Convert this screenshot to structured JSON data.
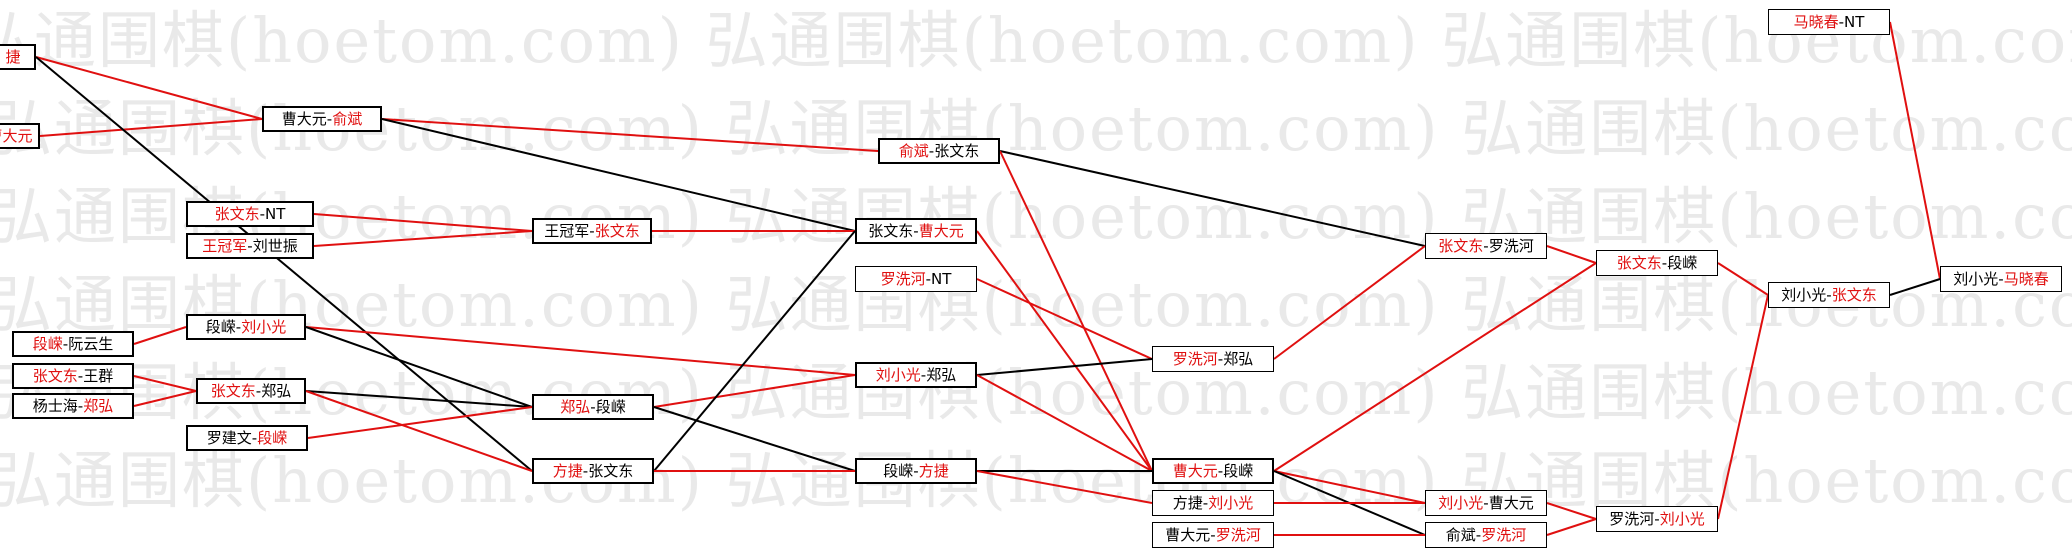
{
  "watermark": {
    "text": "弘通围棋(hoetom.com) 弘通围棋(hoetom.com) 弘通围棋(hoetom.com) 弘通围棋(hoetom.com)"
  },
  "colors": {
    "winner": "#e01010",
    "loser": "#000000"
  },
  "nodes": [
    {
      "id": "n_jie",
      "a": "捷",
      "b": "",
      "winner": "a"
    },
    {
      "id": "n_cdy0",
      "a": "曹大元",
      "b": "",
      "winner": "a"
    },
    {
      "id": "n_cdy_yb",
      "a": "曹大元",
      "b": "俞斌",
      "winner": "b"
    },
    {
      "id": "n_zwd_nt",
      "a": "张文东",
      "b": "NT",
      "winner": "a"
    },
    {
      "id": "n_wgj_lsz",
      "a": "王冠军",
      "b": "刘世振",
      "winner": "a"
    },
    {
      "id": "n_wgj_zwd",
      "a": "王冠军",
      "b": "张文东",
      "winner": "b"
    },
    {
      "id": "n_dr_lxg",
      "a": "段嵘",
      "b": "刘小光",
      "winner": "b"
    },
    {
      "id": "n_dr_rys",
      "a": "段嵘",
      "b": "阮云生",
      "winner": "a"
    },
    {
      "id": "n_zwd_wq",
      "a": "张文东",
      "b": "王群",
      "winner": "a"
    },
    {
      "id": "n_ysh_zh",
      "a": "杨士海",
      "b": "郑弘",
      "winner": "b"
    },
    {
      "id": "n_zwd_zh",
      "a": "张文东",
      "b": "郑弘",
      "winner": "a"
    },
    {
      "id": "n_ljw_dr",
      "a": "罗建文",
      "b": "段嵘",
      "winner": "b"
    },
    {
      "id": "n_zh_dr",
      "a": "郑弘",
      "b": "段嵘",
      "winner": "a"
    },
    {
      "id": "n_fj_zwd",
      "a": "方捷",
      "b": "张文东",
      "winner": "a"
    },
    {
      "id": "n_yb_zwd",
      "a": "俞斌",
      "b": "张文东",
      "winner": "a"
    },
    {
      "id": "n_zwd_cdy",
      "a": "张文东",
      "b": "曹大元",
      "winner": "b"
    },
    {
      "id": "n_lxh_nt",
      "a": "罗洗河",
      "b": "NT",
      "winner": "a"
    },
    {
      "id": "n_lxg_zh",
      "a": "刘小光",
      "b": "郑弘",
      "winner": "a"
    },
    {
      "id": "n_dr_fj",
      "a": "段嵘",
      "b": "方捷",
      "winner": "b"
    },
    {
      "id": "n_olap",
      "a": "曹大元",
      "b": "段嵘",
      "winner": "a"
    },
    {
      "id": "n_fj_lxg",
      "a": "方捷",
      "b": "刘小光",
      "winner": "b"
    },
    {
      "id": "n_cdy_lxh",
      "a": "曹大元",
      "b": "罗洗河",
      "winner": "b"
    },
    {
      "id": "n_zwd_lxh",
      "a": "张文东",
      "b": "罗洗河",
      "winner": "a"
    },
    {
      "id": "n_lxh_zh",
      "a": "罗洗河",
      "b": "郑弘",
      "winner": "a"
    },
    {
      "id": "n_lxg_cdy",
      "a": "刘小光",
      "b": "曹大元",
      "winner": "a"
    },
    {
      "id": "n_yb_lxh",
      "a": "俞斌",
      "b": "罗洗河",
      "winner": "b"
    },
    {
      "id": "n_zwd_dr",
      "a": "张文东",
      "b": "段嵘",
      "winner": "a"
    },
    {
      "id": "n_lxh_lxg",
      "a": "罗洗河",
      "b": "刘小光",
      "winner": "b"
    },
    {
      "id": "n_mxc_nt",
      "a": "马晓春",
      "b": "NT",
      "winner": "a"
    },
    {
      "id": "n_lxg_zwd",
      "a": "刘小光",
      "b": "张文东",
      "winner": "b"
    },
    {
      "id": "n_lxg_mxc",
      "a": "刘小光",
      "b": "马晓春",
      "winner": "b"
    }
  ],
  "links": [
    {
      "from": "n_jie",
      "to": "n_cdy_yb",
      "color": "winner"
    },
    {
      "from": "n_cdy0",
      "to": "n_cdy_yb",
      "color": "winner"
    },
    {
      "from": "n_jie",
      "to": "n_fj_zwd",
      "color": "loser"
    },
    {
      "from": "n_cdy_yb",
      "to": "n_yb_zwd",
      "color": "winner"
    },
    {
      "from": "n_cdy_yb",
      "to": "n_zwd_cdy",
      "color": "loser"
    },
    {
      "from": "n_zwd_nt",
      "to": "n_wgj_zwd",
      "color": "winner"
    },
    {
      "from": "n_wgj_lsz",
      "to": "n_wgj_zwd",
      "color": "winner"
    },
    {
      "from": "n_wgj_zwd",
      "to": "n_zwd_cdy",
      "color": "winner"
    },
    {
      "from": "n_dr_rys",
      "to": "n_dr_lxg",
      "color": "winner"
    },
    {
      "from": "n_dr_lxg",
      "to": "n_lxg_zh",
      "color": "winner"
    },
    {
      "from": "n_dr_lxg",
      "to": "n_zh_dr",
      "color": "loser"
    },
    {
      "from": "n_zwd_wq",
      "to": "n_zwd_zh",
      "color": "winner"
    },
    {
      "from": "n_ysh_zh",
      "to": "n_zwd_zh",
      "color": "winner"
    },
    {
      "from": "n_zwd_zh",
      "to": "n_zh_dr",
      "color": "loser"
    },
    {
      "from": "n_zwd_zh",
      "to": "n_fj_zwd",
      "color": "winner"
    },
    {
      "from": "n_ljw_dr",
      "to": "n_zh_dr",
      "color": "winner"
    },
    {
      "from": "n_zh_dr",
      "to": "n_lxg_zh",
      "color": "winner"
    },
    {
      "from": "n_zh_dr",
      "to": "n_dr_fj",
      "color": "loser"
    },
    {
      "from": "n_fj_zwd",
      "to": "n_zwd_cdy",
      "color": "loser"
    },
    {
      "from": "n_fj_zwd",
      "to": "n_dr_fj",
      "color": "winner"
    },
    {
      "from": "n_yb_zwd",
      "to": "n_zwd_lxh",
      "color": "loser"
    },
    {
      "from": "n_yb_zwd",
      "to": "n_olap",
      "color": "winner"
    },
    {
      "from": "n_zwd_cdy",
      "to": "n_olap",
      "color": "winner"
    },
    {
      "from": "n_lxh_nt",
      "to": "n_lxh_zh",
      "color": "winner"
    },
    {
      "from": "n_lxg_zh",
      "to": "n_lxh_zh",
      "color": "loser"
    },
    {
      "from": "n_lxg_zh",
      "to": "n_olap",
      "color": "winner"
    },
    {
      "from": "n_dr_fj",
      "to": "n_olap",
      "color": "loser"
    },
    {
      "from": "n_dr_fj",
      "to": "n_fj_lxg",
      "color": "winner"
    },
    {
      "from": "n_lxh_zh",
      "to": "n_zwd_lxh",
      "color": "winner"
    },
    {
      "from": "n_olap",
      "to": "n_zwd_dr",
      "color": "winner"
    },
    {
      "from": "n_olap",
      "to": "n_lxg_cdy",
      "color": "winner"
    },
    {
      "from": "n_olap",
      "to": "n_yb_lxh",
      "color": "loser"
    },
    {
      "from": "n_fj_lxg",
      "to": "n_lxg_cdy",
      "color": "winner"
    },
    {
      "from": "n_cdy_lxh",
      "to": "n_yb_lxh",
      "color": "winner"
    },
    {
      "from": "n_zwd_lxh",
      "to": "n_zwd_dr",
      "color": "winner"
    },
    {
      "from": "n_lxg_cdy",
      "to": "n_lxh_lxg",
      "color": "winner"
    },
    {
      "from": "n_yb_lxh",
      "to": "n_lxh_lxg",
      "color": "winner"
    },
    {
      "from": "n_zwd_dr",
      "to": "n_lxg_zwd",
      "color": "winner"
    },
    {
      "from": "n_lxh_lxg",
      "to": "n_lxg_zwd",
      "color": "winner"
    },
    {
      "from": "n_mxc_nt",
      "to": "n_lxg_mxc",
      "color": "winner"
    },
    {
      "from": "n_lxg_zwd",
      "to": "n_lxg_mxc",
      "color": "loser"
    }
  ]
}
